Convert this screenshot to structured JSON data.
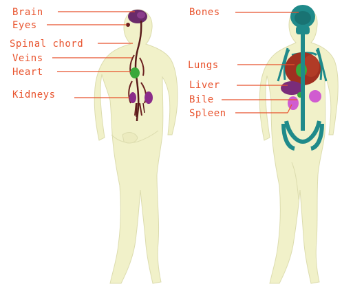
{
  "left_figure": {
    "labels": [
      {
        "id": "brain",
        "text": "Brain"
      },
      {
        "id": "eyes",
        "text": "Eyes"
      },
      {
        "id": "spinal",
        "text": "Spinal chord"
      },
      {
        "id": "veins",
        "text": "Veins"
      },
      {
        "id": "heart",
        "text": "Heart"
      },
      {
        "id": "kidneys",
        "text": "Kidneys"
      }
    ]
  },
  "right_figure": {
    "labels": [
      {
        "id": "bones",
        "text": "Bones"
      },
      {
        "id": "lungs",
        "text": "Lungs"
      },
      {
        "id": "liver",
        "text": "Liver"
      },
      {
        "id": "bile",
        "text": "Bile"
      },
      {
        "id": "spleen",
        "text": "Spleen"
      }
    ]
  },
  "colors": {
    "label": "#e8522c",
    "leader": "#e8522c",
    "body_fill": "#f0f0c8",
    "body_stroke": "#d9d9a8",
    "brain": "#6a2a6a",
    "veins": "#6b1f1f",
    "heart": "#3aa83a",
    "kidneys": "#8a2c8a",
    "bones": "#1f8a8a",
    "lungs": "#a03020",
    "liver": "#7a2c7a",
    "bile": "#3aa83a",
    "spleen": "#d05cd0"
  }
}
